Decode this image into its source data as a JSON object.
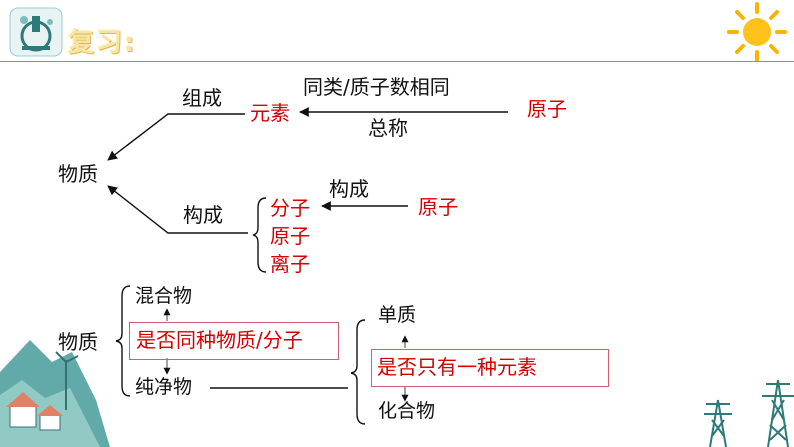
{
  "header": {
    "title": "复习:",
    "accent_color": "#f5e6a8",
    "rule_color": "#5aa6a6",
    "logo_icon": "lab-microscope-icon",
    "sun_icon": "sun-icon"
  },
  "upper": {
    "root": "物质",
    "composition_label": "组成",
    "element": "元素",
    "element_relation_top": "同类/质子数相同",
    "element_relation_bottom": "总称",
    "atom_top": "原子",
    "structure_label": "构成",
    "particles": [
      "分子",
      "原子",
      "离子"
    ],
    "structure_relation": "构成",
    "atom_bottom": "原子"
  },
  "lower": {
    "root": "物质",
    "mixture": "混合物",
    "criterion_molecule": "是否同种物质/分子",
    "pure": "纯净物",
    "simple": "单质",
    "criterion_element": "是否只有一种元素",
    "compound": "化合物"
  },
  "colors": {
    "highlight": "#d40000",
    "box_border": "#d06070"
  }
}
